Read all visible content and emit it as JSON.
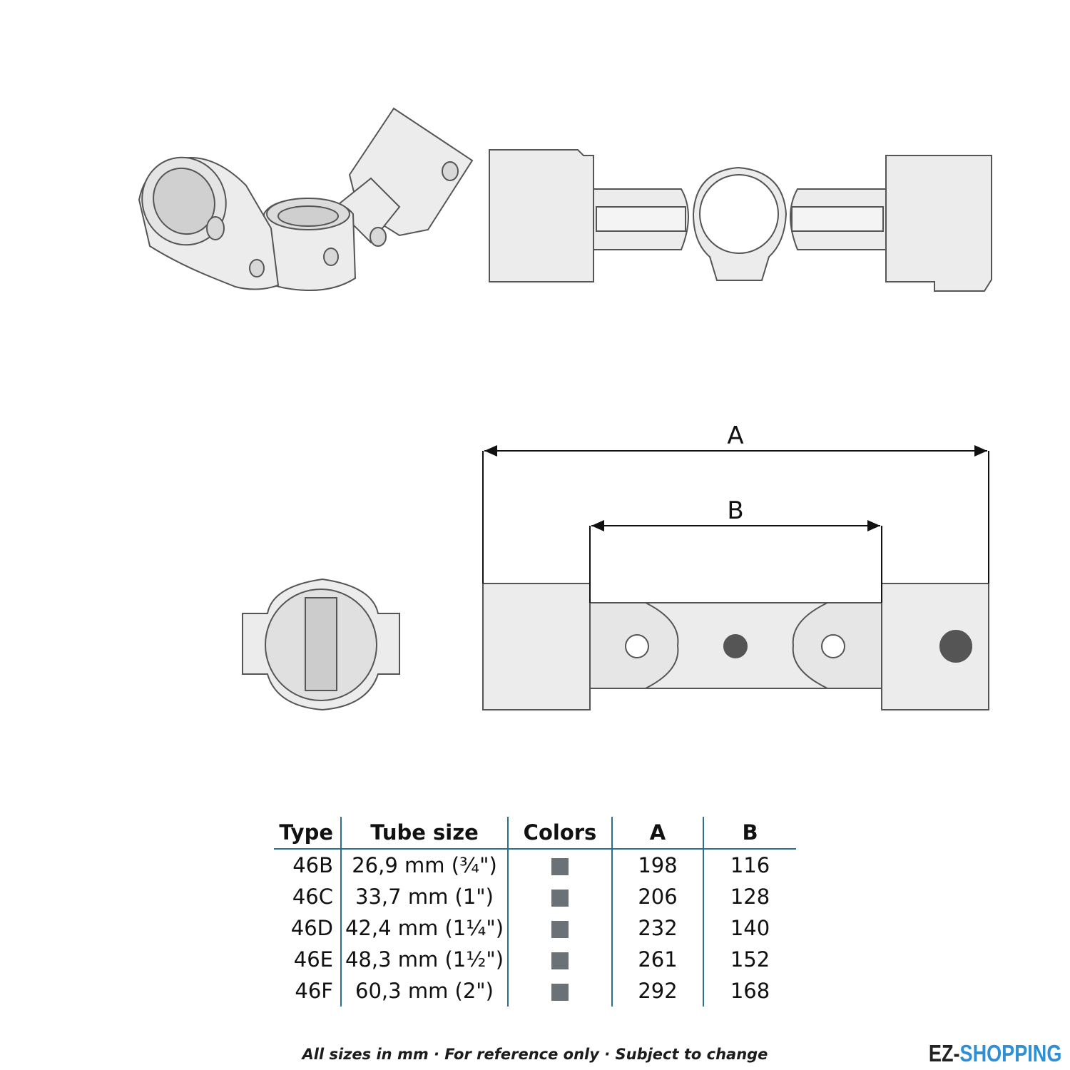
{
  "dimensions": {
    "a_label": "A",
    "b_label": "B"
  },
  "table": {
    "headers": [
      "Type",
      "Tube size",
      "Colors",
      "A",
      "B"
    ],
    "rows": [
      {
        "type": "46B",
        "tube_size": "26,9 mm (¾\")",
        "color": "#6a7177",
        "a": "198",
        "b": "116"
      },
      {
        "type": "46C",
        "tube_size": "33,7 mm (1\")",
        "color": "#6a7177",
        "a": "206",
        "b": "128"
      },
      {
        "type": "46D",
        "tube_size": "42,4 mm (1¼\")",
        "color": "#6a7177",
        "a": "232",
        "b": "140"
      },
      {
        "type": "46E",
        "tube_size": "48,3 mm (1½\")",
        "color": "#6a7177",
        "a": "261",
        "b": "152"
      },
      {
        "type": "46F",
        "tube_size": "60,3 mm (2\")",
        "color": "#6a7177",
        "a": "292",
        "b": "168"
      }
    ],
    "rule_color": "#2b6f8a"
  },
  "footnote": "All sizes in mm · For reference only · Subject to change",
  "brand": {
    "part1": "EZ-",
    "part2": "SHOPPING",
    "accent": "#2f8fd4"
  }
}
